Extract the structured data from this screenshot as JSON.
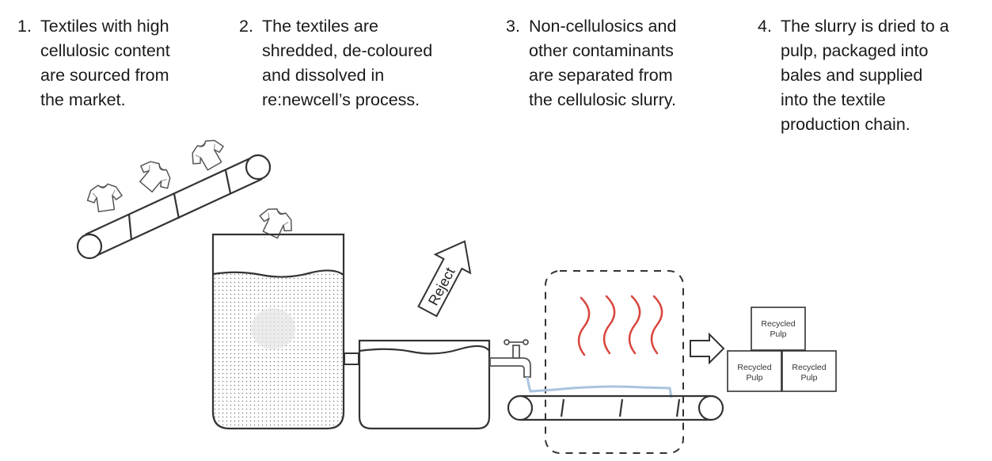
{
  "steps": [
    {
      "num": "1.",
      "text": "Textiles  with high\ncellulosic content\nare sourced from\nthe market."
    },
    {
      "num": "2.",
      "text": "The textiles are\nshredded, de-coloured\nand dissolved in\nre:newcell’s process."
    },
    {
      "num": "3.",
      "text": "Non-cellulosics and\nother contaminants\nare separated from\nthe cellulosic slurry."
    },
    {
      "num": "4.",
      "text": "The slurry is dried to a\npulp, packaged into\nbales and supplied\ninto the textile\nproduction chain."
    }
  ],
  "reject_label": "Reject",
  "pulp_label_line1": "Recycled",
  "pulp_label_line2": "Pulp",
  "colors": {
    "line": "#333333",
    "heat": "#d9473f",
    "water": "#a9c4df"
  }
}
